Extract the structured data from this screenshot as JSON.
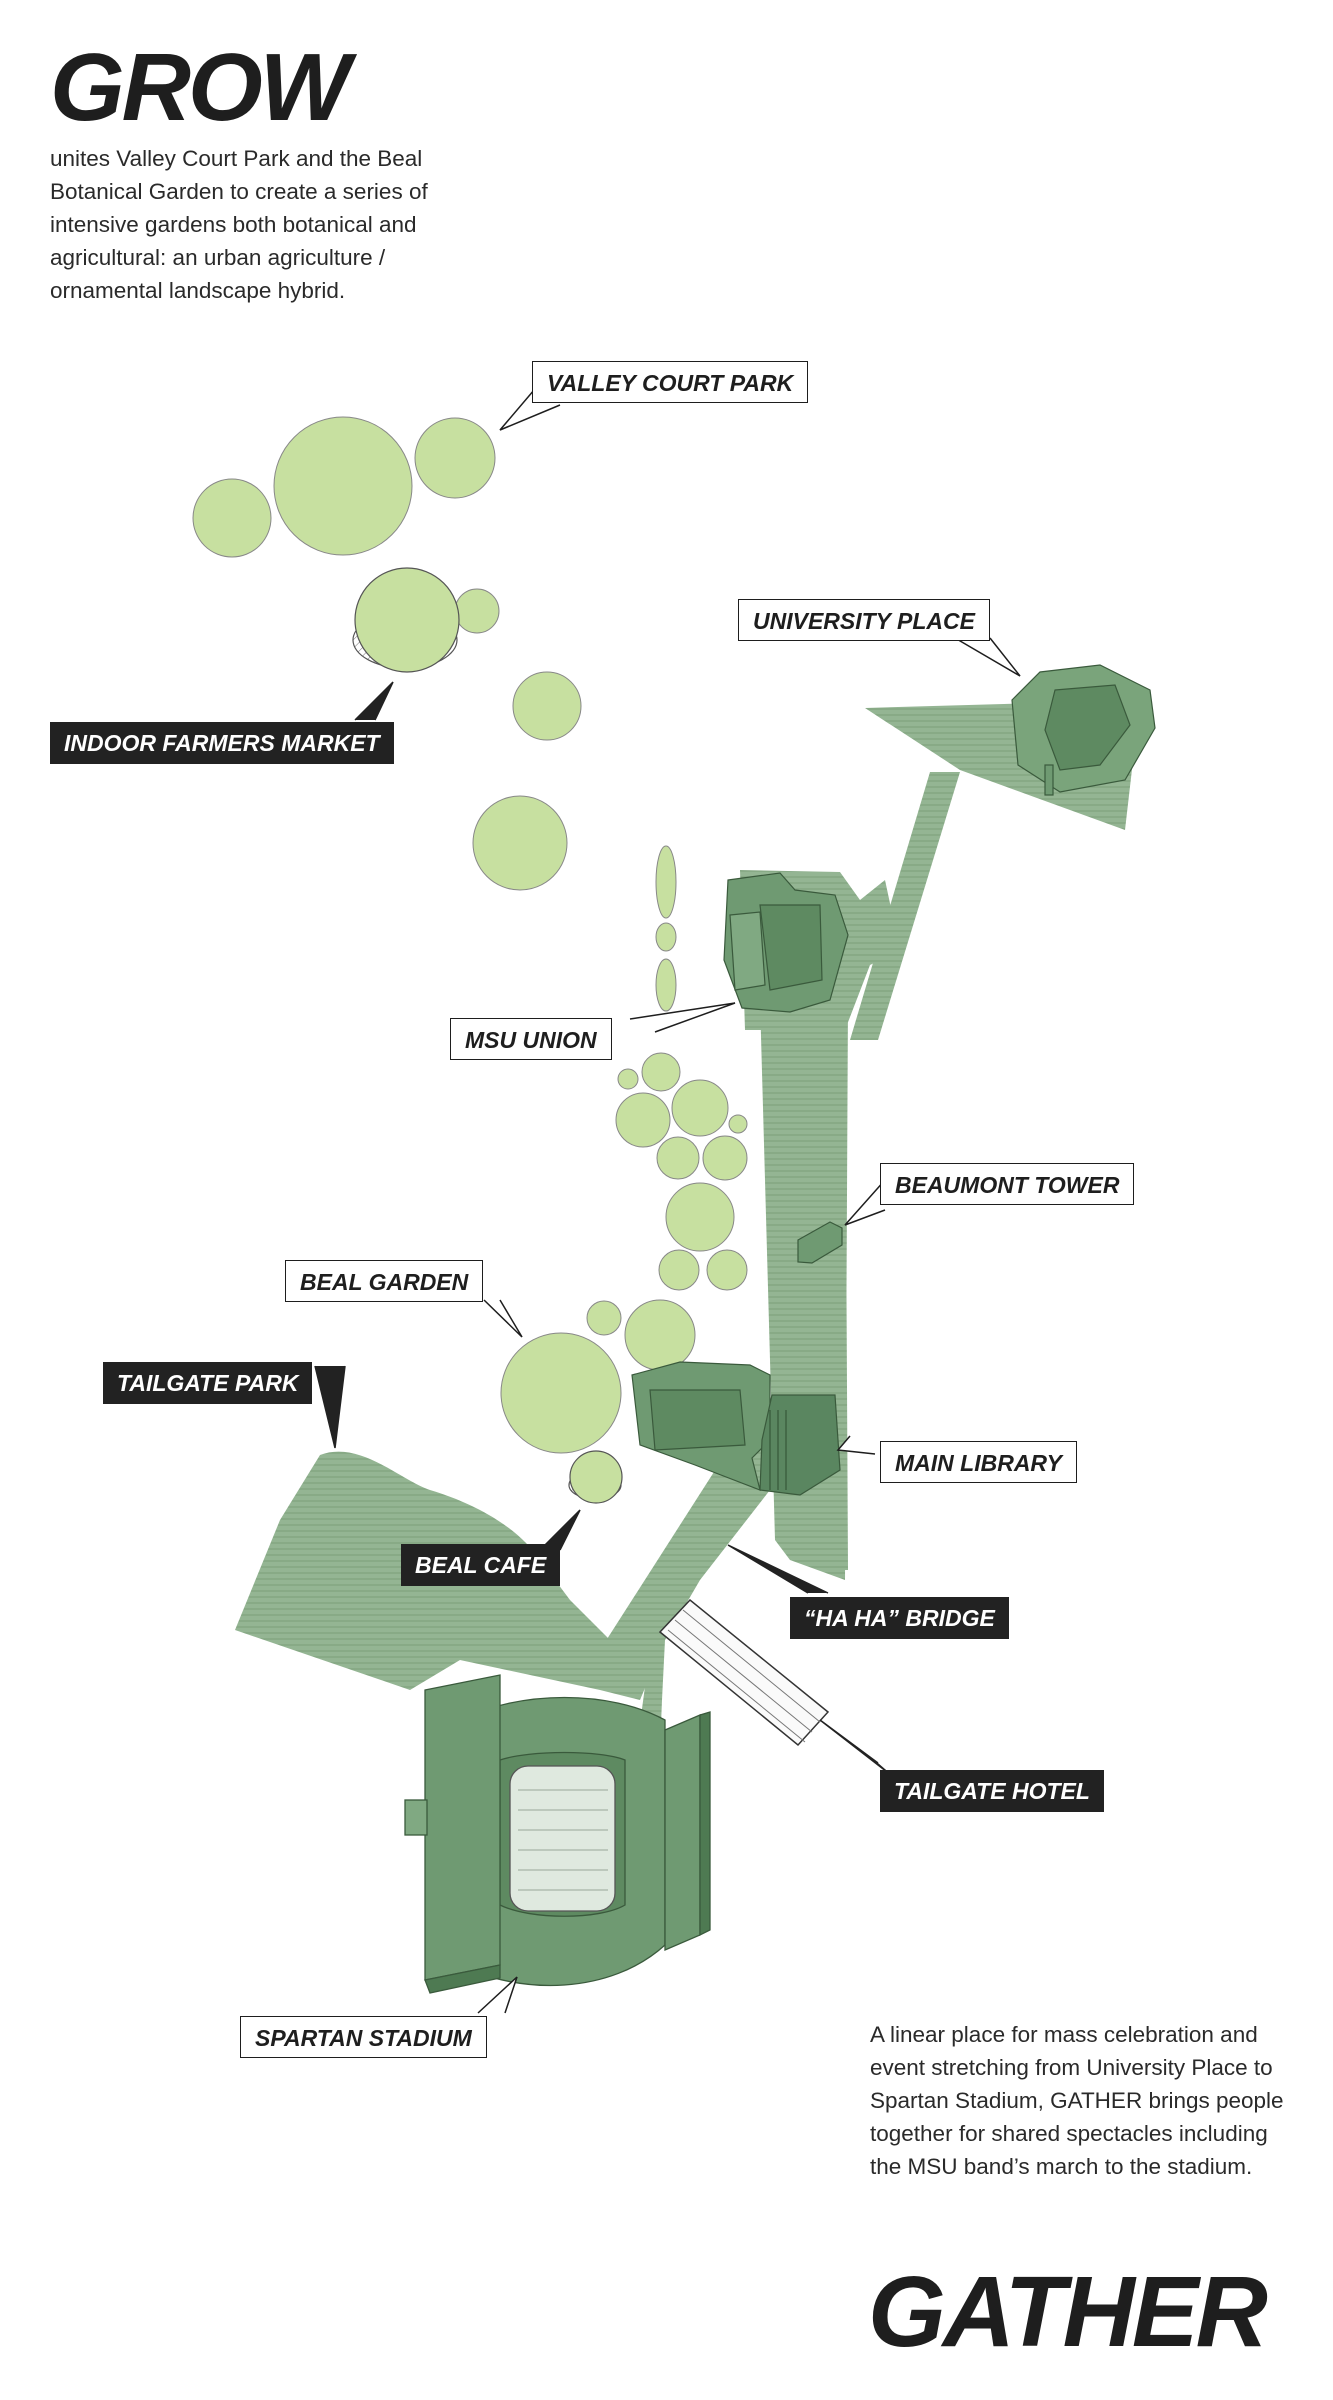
{
  "grow": {
    "title": "GROW",
    "text": "unites Valley Court Park and the Beal Botanical Garden to create a series of intensive gardens both botanical and agricultural: an urban agriculture / ornamental landscape hybrid."
  },
  "gather": {
    "title": "GATHER",
    "text": "A linear place for mass celebration and event stretching from University Place to Spartan Stadium, GATHER brings people together for shared spectacles including the MSU band’s march to the stadium."
  },
  "colors": {
    "garden_fill": "#c7e0a0",
    "path_fill": "#8fb28e",
    "building_fill": "#6f9a72",
    "label_dark": "#222222",
    "label_light": "#ffffff"
  },
  "labels": {
    "valley_court_park": "VALLEY COURT PARK",
    "university_place": "UNIVERSITY PLACE",
    "indoor_farmers_market": "INDOOR FARMERS MARKET",
    "msu_union": "MSU UNION",
    "beaumont_tower": "BEAUMONT TOWER",
    "beal_garden": "BEAL GARDEN",
    "tailgate_park": "TAILGATE PARK",
    "main_library": "MAIN LIBRARY",
    "beal_cafe": "BEAL CAFE",
    "ha_ha_bridge": "“HA HA” BRIDGE",
    "tailgate_hotel": "TAILGATE HOTEL",
    "spartan_stadium": "SPARTAN STADIUM"
  }
}
